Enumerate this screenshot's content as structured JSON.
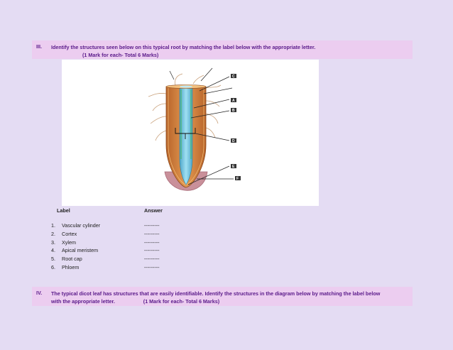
{
  "q3": {
    "number": "III.",
    "line1": "Identify the structures seen below on this typical root by matching the label below with the appropriate letter.",
    "line2": "(1 Mark for each- Total 6 Marks)"
  },
  "figure": {
    "letters": [
      "C",
      "A",
      "B",
      "D",
      "E",
      "F"
    ]
  },
  "table": {
    "label_header": "Label",
    "answer_header": "Answer",
    "rows": [
      {
        "num": "1.",
        "label": "Vascular cylinder",
        "blank": "---------"
      },
      {
        "num": "2.",
        "label": "Cortex",
        "blank": "---------"
      },
      {
        "num": "3.",
        "label": "Xylem",
        "blank": "---------"
      },
      {
        "num": "4.",
        "label": "Apical meristem",
        "blank": "---------"
      },
      {
        "num": "5.",
        "label": "Root cap",
        "blank": "---------"
      },
      {
        "num": "6.",
        "label": "Phloem",
        "blank": "---------"
      }
    ]
  },
  "q4": {
    "number": "IV.",
    "line1": "The typical dicot leaf has structures that are easily identifiable. Identify the structures in the diagram below by matching the label below",
    "line2": "with the appropriate letter.                    (1 Mark for each- Total 6 Marks)"
  }
}
